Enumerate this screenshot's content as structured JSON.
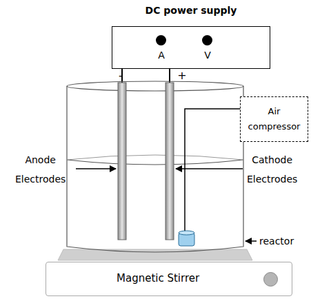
{
  "diagram": {
    "nodes": [
      {
        "text": [
          "DC power supply",
          "A",
          "V"
        ]
      },
      {
        "text": [
          "Air compressor"
        ]
      },
      {
        "text": [
          "Magnetic Stirrer"
        ]
      }
    ],
    "labels": [
      "-",
      "+",
      "Anode Electrodes",
      "Cathode Electrodes",
      "reactor"
    ]
  }
}
